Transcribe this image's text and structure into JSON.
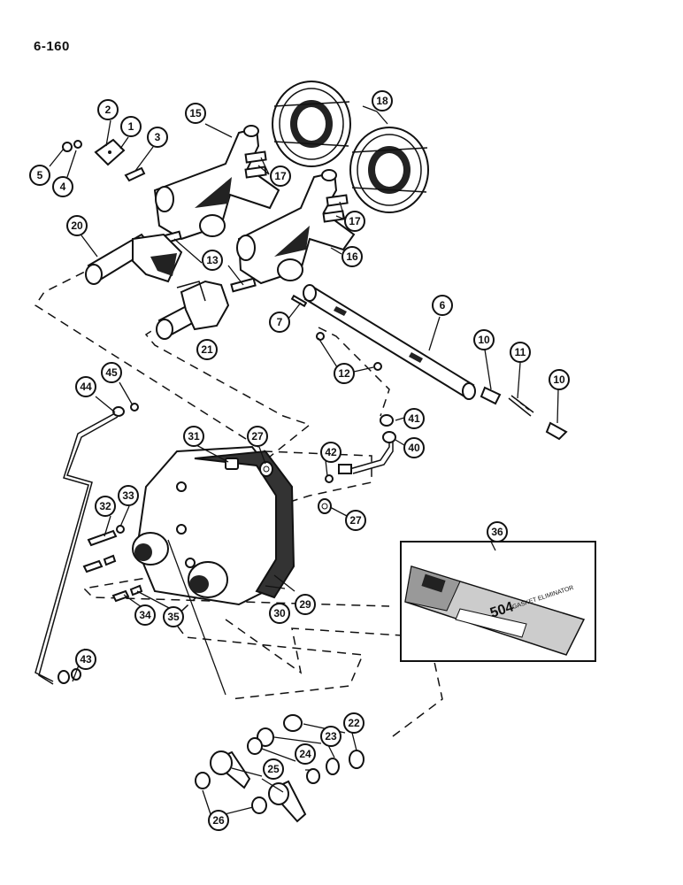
{
  "page": {
    "number": "6-160"
  },
  "callouts": {
    "c1": "1",
    "c2": "2",
    "c3": "3",
    "c4": "4",
    "c5": "5",
    "c6": "6",
    "c7": "7",
    "c10a": "10",
    "c10b": "10",
    "c11": "11",
    "c12": "12",
    "c13": "13",
    "c15": "15",
    "c16": "16",
    "c17a": "17",
    "c17b": "17",
    "c18": "18",
    "c20": "20",
    "c21": "21",
    "c22": "22",
    "c23": "23",
    "c24": "24",
    "c25": "25",
    "c26": "26",
    "c27a": "27",
    "c27b": "27",
    "c29": "29",
    "c30": "30",
    "c31": "31",
    "c32": "32",
    "c33": "33",
    "c34": "34",
    "c35": "35",
    "c36": "36",
    "c40": "40",
    "c41": "41",
    "c42": "42",
    "c43": "43",
    "c44": "44",
    "c45": "45"
  },
  "inset": {
    "package_label": "504",
    "package_sub": "GASKET ELIMINATOR"
  }
}
